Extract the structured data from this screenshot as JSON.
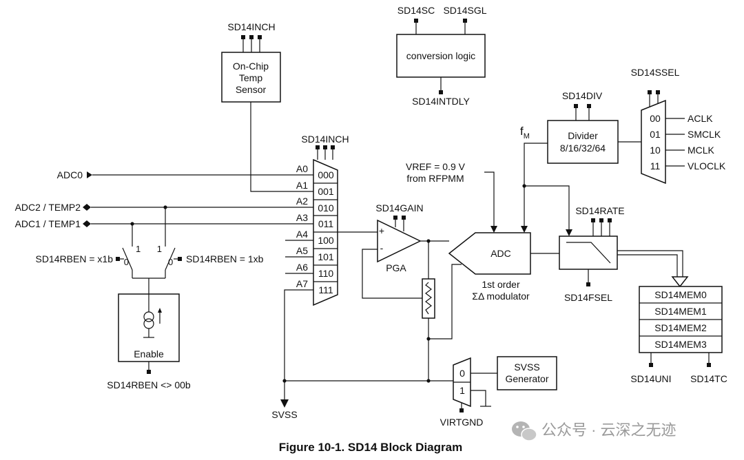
{
  "caption": "Figure 10-1. SD14 Block Diagram",
  "watermark": "公众号 · 云深之无迹",
  "inputs": {
    "adc0": "ADC0",
    "adc2": "ADC2 / TEMP2",
    "adc1": "ADC1 / TEMP1"
  },
  "temp_sensor": {
    "ctrl_label": "SD14INCH",
    "line1": "On-Chip",
    "line2": "Temp",
    "line3": "Sensor"
  },
  "mux": {
    "ctrl_label": "SD14INCH",
    "channels": [
      "A0",
      "A1",
      "A2",
      "A3",
      "A4",
      "A5",
      "A6",
      "A7"
    ],
    "codes": [
      "000",
      "001",
      "010",
      "011",
      "100",
      "101",
      "110",
      "111"
    ]
  },
  "rben": {
    "left_label": "SD14RBEN = x1b",
    "right_label": "SD14RBEN = 1xb",
    "switch_one": "1",
    "switch_zero": "0"
  },
  "current_source": {
    "label": "Enable",
    "ctrl_label": "SD14RBEN <> 00b"
  },
  "svss_out": "SVSS",
  "conversion": {
    "sc": "SD14SC",
    "sgl": "SD14SGL",
    "label": "conversion logic",
    "intdly": "SD14INTDLY"
  },
  "pga": {
    "ctrl_label": "SD14GAIN",
    "label": "PGA",
    "plus": "+",
    "minus": "-"
  },
  "vref": {
    "line1": "VREF = 0.9 V",
    "line2": "from RFPMM"
  },
  "adc": {
    "label": "ADC",
    "line1": "1st order",
    "line2": "ΣΔ modulator"
  },
  "fm": {
    "base": "f",
    "sub": "M"
  },
  "divider": {
    "ctrl_label": "SD14DIV",
    "line1": "Divider",
    "line2": "8/16/32/64"
  },
  "clock_mux": {
    "ctrl_label": "SD14SSEL",
    "codes": [
      "00",
      "01",
      "10",
      "11"
    ],
    "sources": [
      "ACLK",
      "SMCLK",
      "MCLK",
      "VLOCLK"
    ]
  },
  "filter": {
    "ctrl_label": "SD14RATE",
    "fsel": "SD14FSEL"
  },
  "memory": {
    "registers": [
      "SD14MEM0",
      "SD14MEM1",
      "SD14MEM2",
      "SD14MEM3"
    ],
    "uni": "SD14UNI",
    "tc": "SD14TC"
  },
  "svss_mux": {
    "codes": [
      "0",
      "1"
    ],
    "gen_line1": "SVSS",
    "gen_line2": "Generator",
    "virtgnd": "VIRTGND"
  }
}
